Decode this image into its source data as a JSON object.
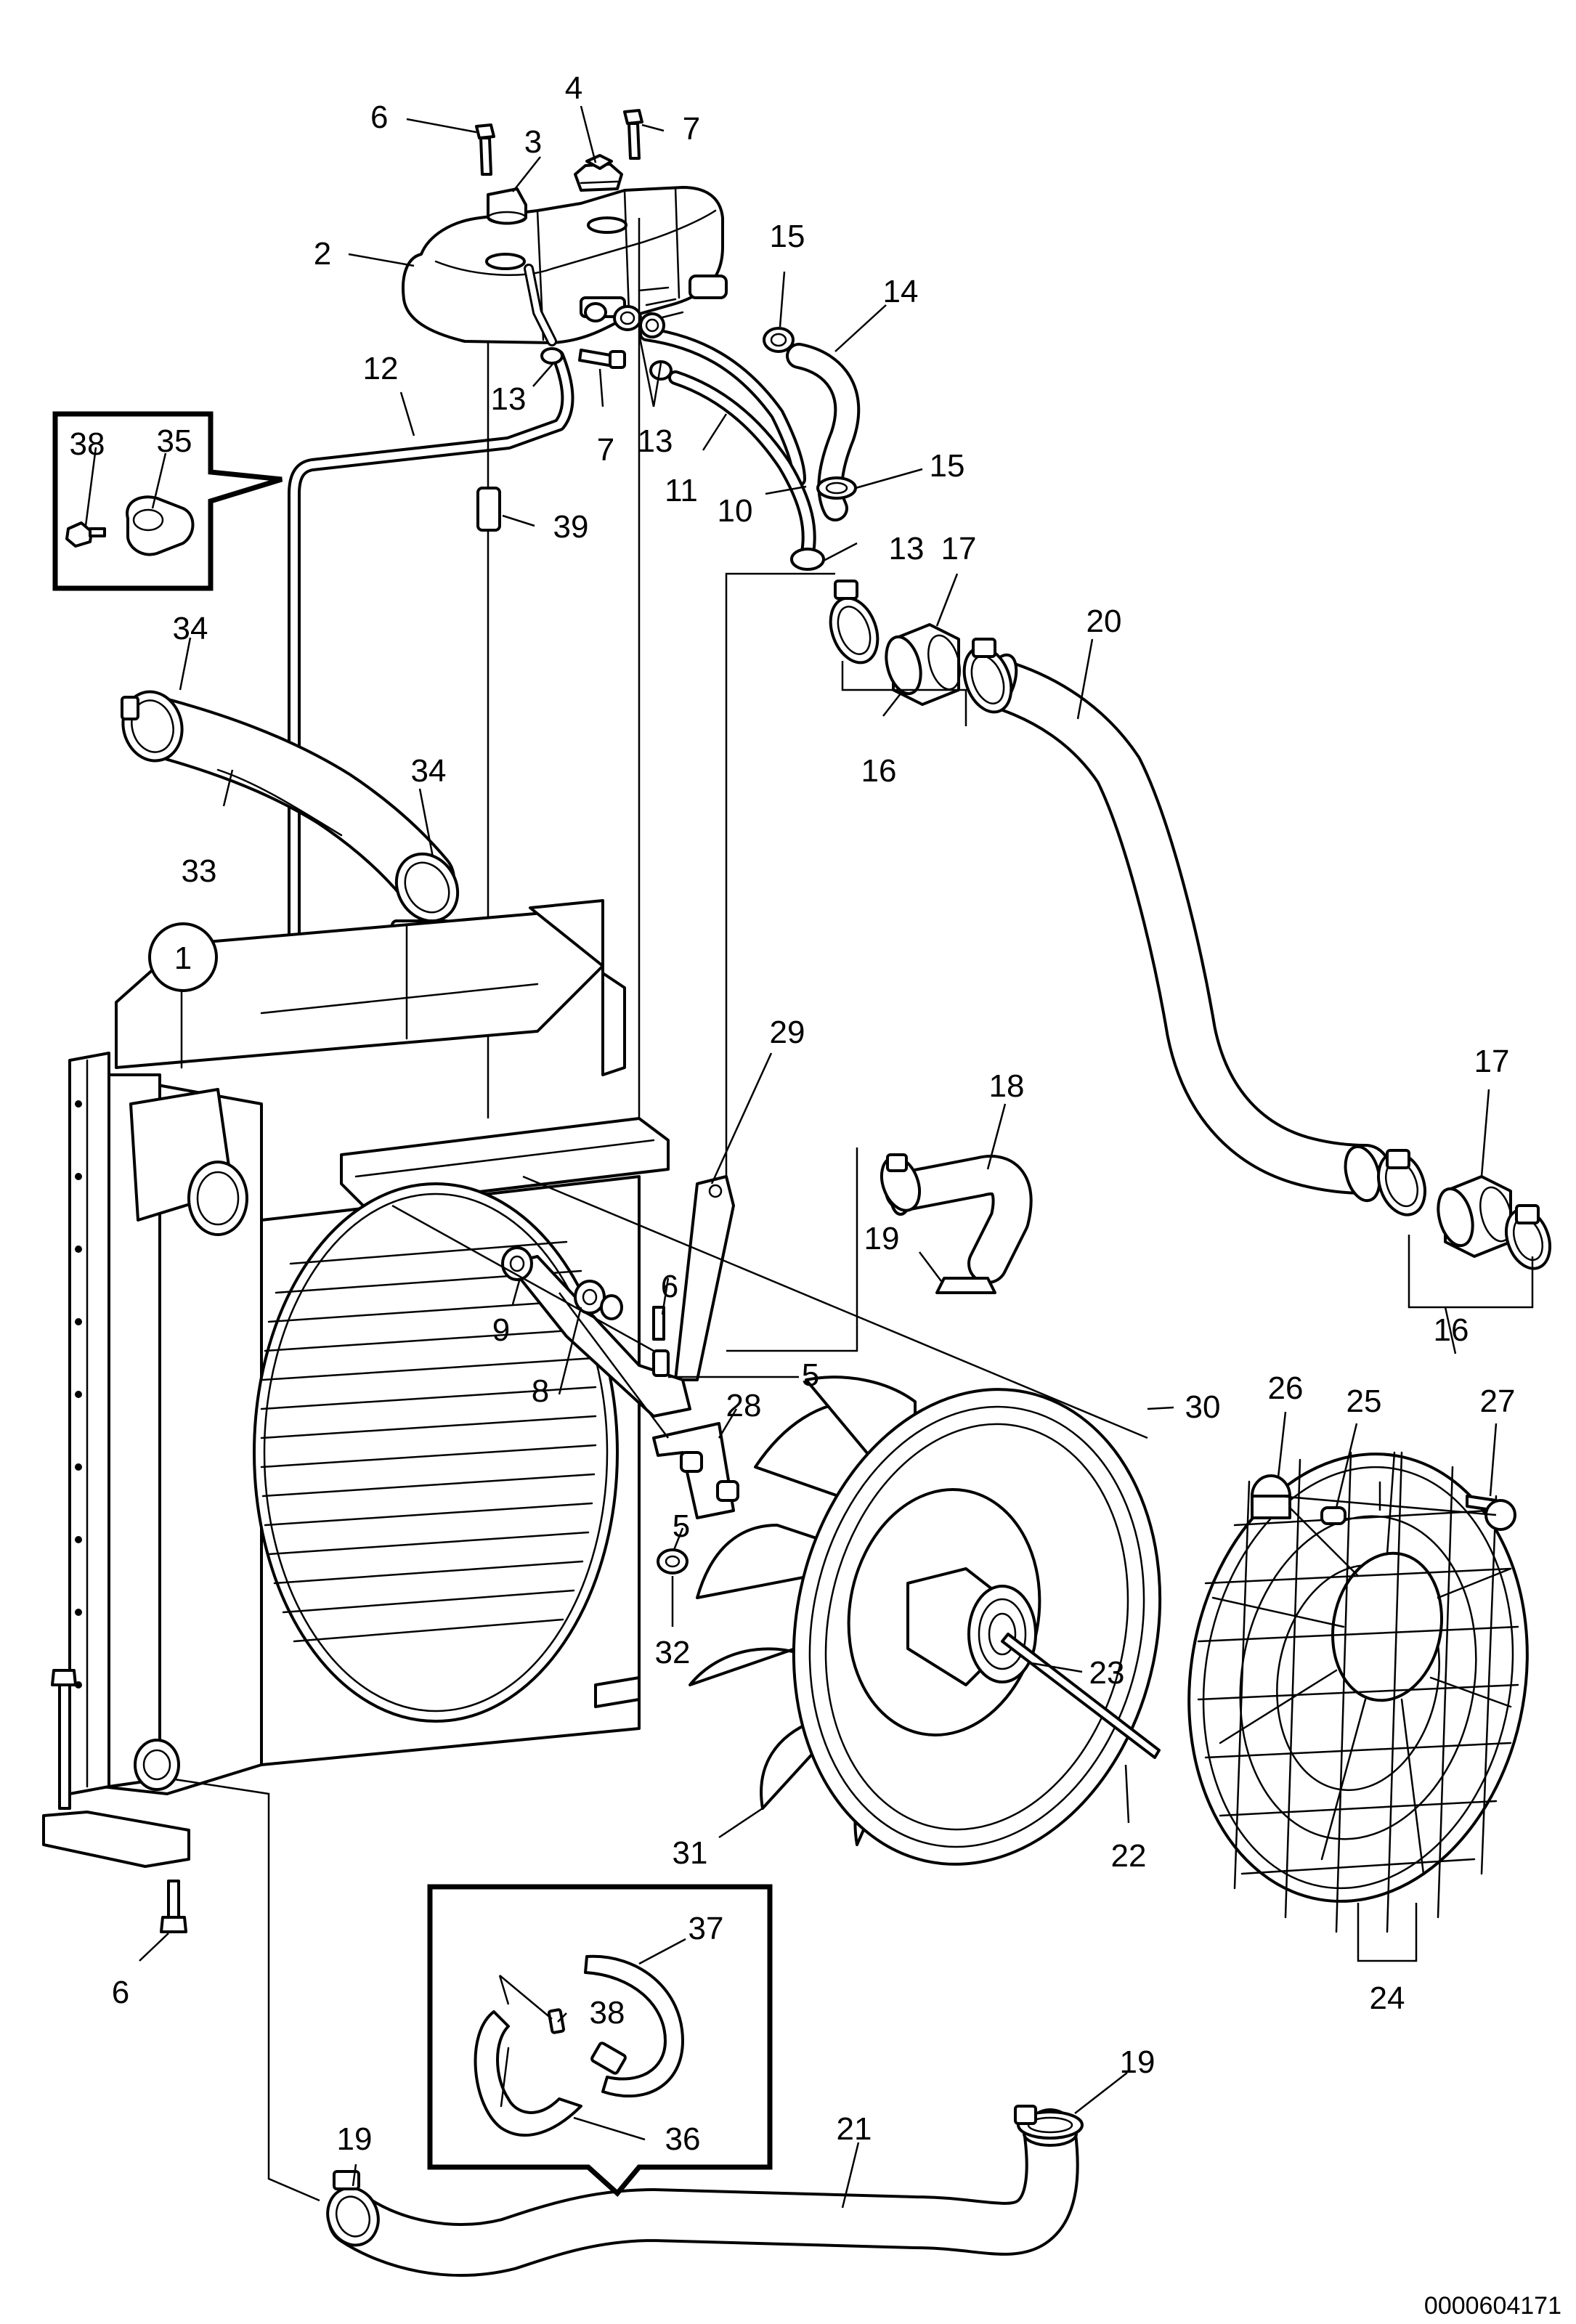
{
  "diagram": {
    "document_number": "0000604171",
    "assembly_marker": "1",
    "callouts": [
      {
        "id": "c6a",
        "label": "6"
      },
      {
        "id": "c4",
        "label": "4"
      },
      {
        "id": "c7a",
        "label": "7"
      },
      {
        "id": "c3",
        "label": "3"
      },
      {
        "id": "c2",
        "label": "2"
      },
      {
        "id": "c15a",
        "label": "15"
      },
      {
        "id": "c14",
        "label": "14"
      },
      {
        "id": "c12",
        "label": "12"
      },
      {
        "id": "c13a",
        "label": "13"
      },
      {
        "id": "c7b",
        "label": "7"
      },
      {
        "id": "c13b",
        "label": "13"
      },
      {
        "id": "c11",
        "label": "11"
      },
      {
        "id": "c15b",
        "label": "15"
      },
      {
        "id": "c10",
        "label": "10"
      },
      {
        "id": "c13c",
        "label": "13"
      },
      {
        "id": "c38a",
        "label": "38"
      },
      {
        "id": "c35",
        "label": "35"
      },
      {
        "id": "c39",
        "label": "39"
      },
      {
        "id": "c17a",
        "label": "17"
      },
      {
        "id": "c20",
        "label": "20"
      },
      {
        "id": "c34a",
        "label": "34"
      },
      {
        "id": "c16a",
        "label": "16"
      },
      {
        "id": "c34b",
        "label": "34"
      },
      {
        "id": "c33",
        "label": "33"
      },
      {
        "id": "c29",
        "label": "29"
      },
      {
        "id": "c17b",
        "label": "17"
      },
      {
        "id": "c18",
        "label": "18"
      },
      {
        "id": "c19a",
        "label": "19"
      },
      {
        "id": "c6b",
        "label": "6"
      },
      {
        "id": "c9",
        "label": "9"
      },
      {
        "id": "c16b",
        "label": "16"
      },
      {
        "id": "c8",
        "label": "8"
      },
      {
        "id": "c5a",
        "label": "5"
      },
      {
        "id": "c28",
        "label": "28"
      },
      {
        "id": "c30",
        "label": "30"
      },
      {
        "id": "c26",
        "label": "26"
      },
      {
        "id": "c25",
        "label": "25"
      },
      {
        "id": "c27",
        "label": "27"
      },
      {
        "id": "c5b",
        "label": "5"
      },
      {
        "id": "c32",
        "label": "32"
      },
      {
        "id": "c23",
        "label": "23"
      },
      {
        "id": "c22",
        "label": "22"
      },
      {
        "id": "c31",
        "label": "31"
      },
      {
        "id": "c6c",
        "label": "6"
      },
      {
        "id": "c37",
        "label": "37"
      },
      {
        "id": "c38b",
        "label": "38"
      },
      {
        "id": "c36",
        "label": "36"
      },
      {
        "id": "c24",
        "label": "24"
      },
      {
        "id": "c19b",
        "label": "19"
      },
      {
        "id": "c21",
        "label": "21"
      },
      {
        "id": "c19c",
        "label": "19"
      }
    ]
  }
}
